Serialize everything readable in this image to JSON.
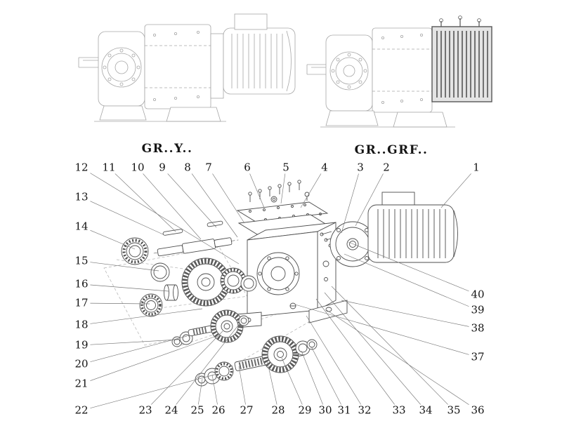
{
  "diagram": {
    "variant_labels": {
      "left": "GR..Y..",
      "right": "GR..GRF.."
    },
    "callouts": [
      "1",
      "2",
      "3",
      "4",
      "5",
      "6",
      "7",
      "8",
      "9",
      "10",
      "11",
      "12",
      "13",
      "14",
      "15",
      "16",
      "17",
      "18",
      "19",
      "20",
      "21",
      "22",
      "23",
      "24",
      "25",
      "26",
      "27",
      "28",
      "29",
      "30",
      "31",
      "32",
      "33",
      "34",
      "35",
      "36",
      "37",
      "38",
      "39",
      "40"
    ]
  }
}
